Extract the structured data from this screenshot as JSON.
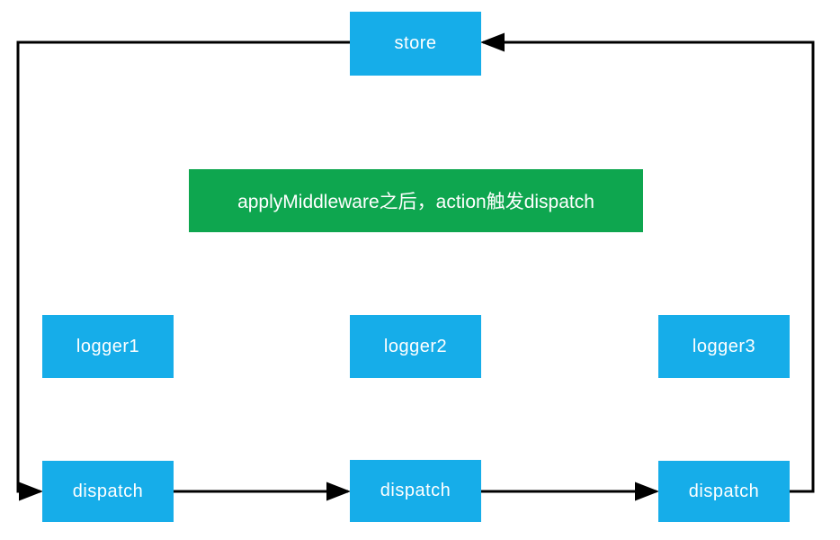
{
  "diagram": {
    "banner": {
      "label": "applyMiddleware之后，action触发dispatch",
      "background_color": "#0ea64f",
      "text_color": "#ffffff"
    },
    "nodes": {
      "store": {
        "label": "store"
      },
      "logger1": {
        "label": "logger1"
      },
      "logger2": {
        "label": "logger2"
      },
      "logger3": {
        "label": "logger3"
      },
      "dispatch1": {
        "label": "dispatch"
      },
      "dispatch2": {
        "label": "dispatch"
      },
      "dispatch3": {
        "label": "dispatch"
      }
    },
    "node_style": {
      "background_color": "#16ade9",
      "text_color": "#ffffff"
    },
    "edges": [
      {
        "from": "store",
        "to": "dispatch1",
        "route": "left-side loop: out of store's left edge, down the left margin, arrow into dispatch1"
      },
      {
        "from": "dispatch1",
        "to": "dispatch2",
        "route": "horizontal arrow, left to right"
      },
      {
        "from": "dispatch2",
        "to": "dispatch3",
        "route": "horizontal arrow, left to right"
      },
      {
        "from": "dispatch3",
        "to": "store",
        "route": "right-side loop: out of dispatch3's right edge, up the right margin, arrow into store's right edge"
      }
    ],
    "arrow_color": "#000000"
  }
}
